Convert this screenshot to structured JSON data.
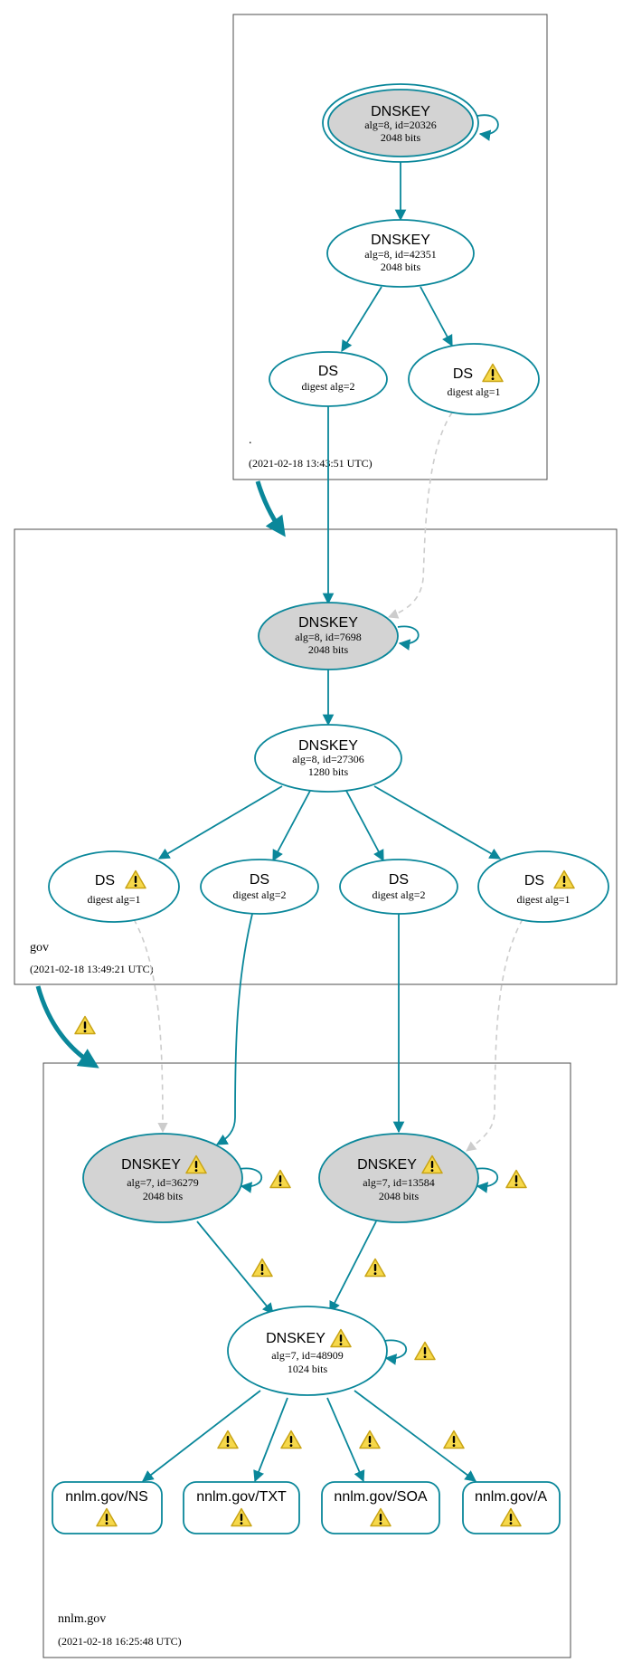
{
  "colors": {
    "edge": "#0a879a",
    "insecure_edge": "#cccccc",
    "ksk_fill": "#d3d3d3",
    "node_fill": "#ffffff",
    "warning_fill": "#f6d84a",
    "warning_stroke": "#c9a415"
  },
  "icons": {
    "warning": "warning-icon"
  },
  "zones": [
    {
      "id": "root",
      "name": ".",
      "timestamp": "(2021-02-18 13:43:51 UTC)"
    },
    {
      "id": "gov",
      "name": "gov",
      "timestamp": "(2021-02-18 13:49:21 UTC)"
    },
    {
      "id": "nnlm",
      "name": "nnlm.gov",
      "timestamp": "(2021-02-18 16:25:48 UTC)"
    }
  ],
  "nodes": [
    {
      "id": "root_ksk",
      "zone": "root",
      "kind": "DNSKEY",
      "sep": true,
      "self_signed": true,
      "warning": false,
      "label": "DNSKEY",
      "lines": [
        "alg=8, id=20326",
        "2048 bits"
      ]
    },
    {
      "id": "root_zsk",
      "zone": "root",
      "kind": "DNSKEY",
      "sep": false,
      "self_signed": false,
      "warning": false,
      "label": "DNSKEY",
      "lines": [
        "alg=8, id=42351",
        "2048 bits"
      ]
    },
    {
      "id": "root_ds2",
      "zone": "root",
      "kind": "DS",
      "warning": false,
      "label": "DS",
      "lines": [
        "digest alg=2"
      ]
    },
    {
      "id": "root_ds1",
      "zone": "root",
      "kind": "DS",
      "warning": true,
      "label": "DS",
      "lines": [
        "digest alg=1"
      ]
    },
    {
      "id": "gov_ksk",
      "zone": "gov",
      "kind": "DNSKEY",
      "sep": true,
      "self_signed": true,
      "warning": false,
      "label": "DNSKEY",
      "lines": [
        "alg=8, id=7698",
        "2048 bits"
      ]
    },
    {
      "id": "gov_zsk",
      "zone": "gov",
      "kind": "DNSKEY",
      "sep": false,
      "self_signed": false,
      "warning": false,
      "label": "DNSKEY",
      "lines": [
        "alg=8, id=27306",
        "1280 bits"
      ]
    },
    {
      "id": "gov_ds_a",
      "zone": "gov",
      "kind": "DS",
      "warning": true,
      "label": "DS",
      "lines": [
        "digest alg=1"
      ]
    },
    {
      "id": "gov_ds_b",
      "zone": "gov",
      "kind": "DS",
      "warning": false,
      "label": "DS",
      "lines": [
        "digest alg=2"
      ]
    },
    {
      "id": "gov_ds_c",
      "zone": "gov",
      "kind": "DS",
      "warning": false,
      "label": "DS",
      "lines": [
        "digest alg=2"
      ]
    },
    {
      "id": "gov_ds_d",
      "zone": "gov",
      "kind": "DS",
      "warning": true,
      "label": "DS",
      "lines": [
        "digest alg=1"
      ]
    },
    {
      "id": "nnlm_ksk1",
      "zone": "nnlm",
      "kind": "DNSKEY",
      "sep": true,
      "self_signed": true,
      "self_sign_warning": true,
      "warning": true,
      "label": "DNSKEY",
      "lines": [
        "alg=7, id=36279",
        "2048 bits"
      ]
    },
    {
      "id": "nnlm_ksk2",
      "zone": "nnlm",
      "kind": "DNSKEY",
      "sep": true,
      "self_signed": true,
      "self_sign_warning": true,
      "warning": true,
      "label": "DNSKEY",
      "lines": [
        "alg=7, id=13584",
        "2048 bits"
      ]
    },
    {
      "id": "nnlm_zsk",
      "zone": "nnlm",
      "kind": "DNSKEY",
      "sep": false,
      "self_signed": true,
      "self_sign_warning": true,
      "warning": true,
      "label": "DNSKEY",
      "lines": [
        "alg=7, id=48909",
        "1024 bits"
      ]
    },
    {
      "id": "rr_ns",
      "zone": "nnlm",
      "kind": "RRset",
      "warning": true,
      "label": "nnlm.gov/NS"
    },
    {
      "id": "rr_txt",
      "zone": "nnlm",
      "kind": "RRset",
      "warning": true,
      "label": "nnlm.gov/TXT"
    },
    {
      "id": "rr_soa",
      "zone": "nnlm",
      "kind": "RRset",
      "warning": true,
      "label": "nnlm.gov/SOA"
    },
    {
      "id": "rr_a",
      "zone": "nnlm",
      "kind": "RRset",
      "warning": true,
      "label": "nnlm.gov/A"
    }
  ],
  "edges": [
    {
      "from": "root_ksk",
      "to": "root_zsk",
      "style": "solid",
      "warning": false
    },
    {
      "from": "root_zsk",
      "to": "root_ds2",
      "style": "solid",
      "warning": false
    },
    {
      "from": "root_zsk",
      "to": "root_ds1",
      "style": "solid",
      "warning": false
    },
    {
      "from": "root_ds2",
      "to": "gov_ksk",
      "style": "solid",
      "warning": false
    },
    {
      "from": "root_ds1",
      "to": "gov_ksk",
      "style": "dashed",
      "warning": false
    },
    {
      "from": "gov_ksk",
      "to": "gov_zsk",
      "style": "solid",
      "warning": false
    },
    {
      "from": "gov_zsk",
      "to": "gov_ds_a",
      "style": "solid",
      "warning": false
    },
    {
      "from": "gov_zsk",
      "to": "gov_ds_b",
      "style": "solid",
      "warning": false
    },
    {
      "from": "gov_zsk",
      "to": "gov_ds_c",
      "style": "solid",
      "warning": false
    },
    {
      "from": "gov_zsk",
      "to": "gov_ds_d",
      "style": "solid",
      "warning": false
    },
    {
      "from": "gov_ds_a",
      "to": "nnlm_ksk1",
      "style": "dashed",
      "warning": false
    },
    {
      "from": "gov_ds_b",
      "to": "nnlm_ksk1",
      "style": "solid",
      "warning": false
    },
    {
      "from": "gov_ds_c",
      "to": "nnlm_ksk2",
      "style": "solid",
      "warning": false
    },
    {
      "from": "gov_ds_d",
      "to": "nnlm_ksk2",
      "style": "dashed",
      "warning": false
    },
    {
      "from": "nnlm_ksk1",
      "to": "nnlm_zsk",
      "style": "solid",
      "warning": true
    },
    {
      "from": "nnlm_ksk2",
      "to": "nnlm_zsk",
      "style": "solid",
      "warning": true
    },
    {
      "from": "nnlm_zsk",
      "to": "rr_ns",
      "style": "solid",
      "warning": true
    },
    {
      "from": "nnlm_zsk",
      "to": "rr_txt",
      "style": "solid",
      "warning": true
    },
    {
      "from": "nnlm_zsk",
      "to": "rr_soa",
      "style": "solid",
      "warning": true
    },
    {
      "from": "nnlm_zsk",
      "to": "rr_a",
      "style": "solid",
      "warning": true
    }
  ],
  "delegations": [
    {
      "from": "root",
      "to": "gov",
      "warning": false
    },
    {
      "from": "gov",
      "to": "nnlm",
      "warning": true
    }
  ]
}
